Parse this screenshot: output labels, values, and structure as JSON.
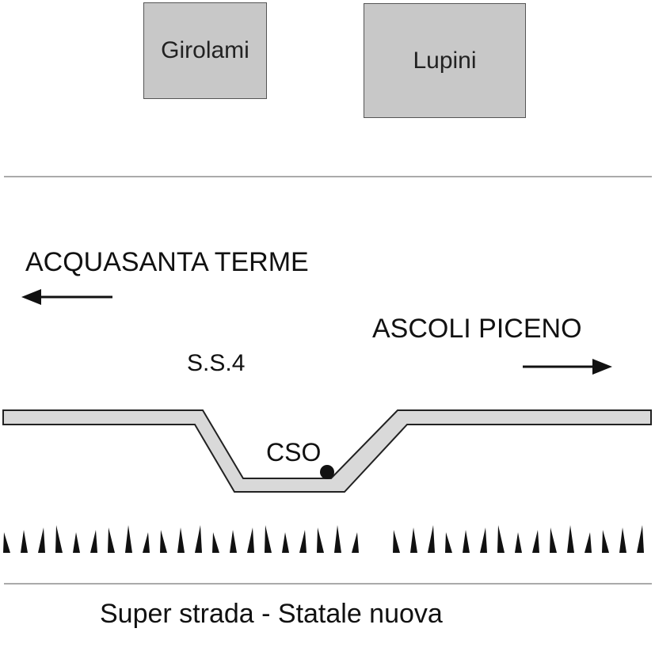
{
  "buildings": [
    {
      "name": "Girolami"
    },
    {
      "name": "Lupini"
    }
  ],
  "directions": {
    "left": "ACQUASANTA TERME",
    "right": "ASCOLI PICENO"
  },
  "road_label": "S.S.4",
  "point_label": "CSO",
  "bottom_label": "Super strada - Statale nuova",
  "colors": {
    "building_fill": "#c8c8c8",
    "road_fill": "#d9d9d9",
    "line": "#111111"
  }
}
